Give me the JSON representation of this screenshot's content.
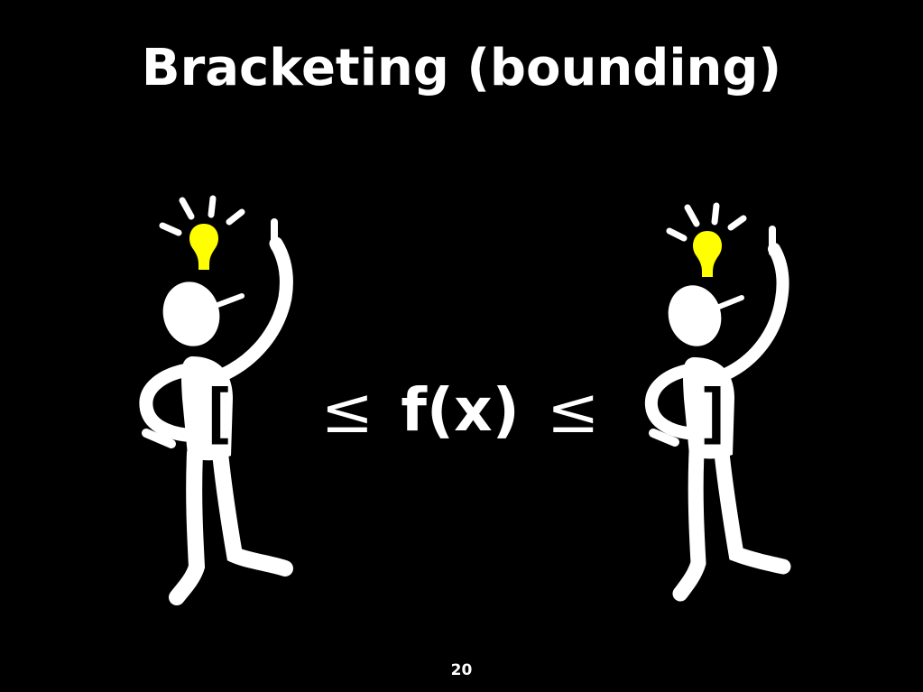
{
  "slide": {
    "title": "Bracketing (bounding)",
    "left_bracket": "[",
    "right_bracket": "]",
    "leq_left": "≤",
    "function_text": "f(x)",
    "leq_right": "≤",
    "page_number": "20"
  },
  "icons": {
    "left_figure": "thinking-person-lightbulb-icon",
    "right_figure": "thinking-person-lightbulb-icon"
  },
  "colors": {
    "background": "#000000",
    "text": "#ffffff",
    "lightbulb": "#ffff00"
  }
}
